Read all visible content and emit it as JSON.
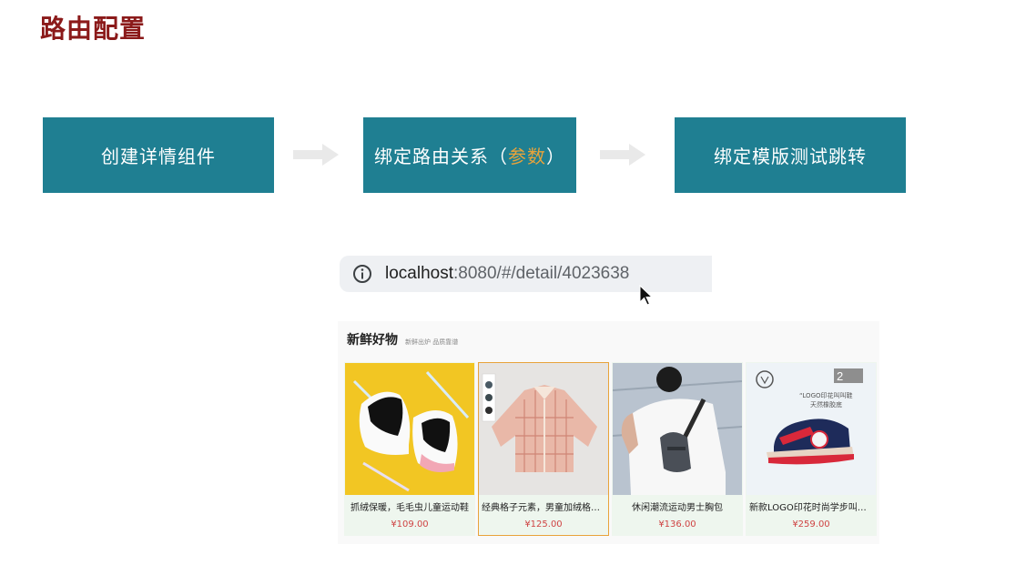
{
  "page": {
    "title": "路由配置"
  },
  "steps": [
    {
      "label": "创建详情组件"
    },
    {
      "label_pre": "绑定路由关系（",
      "label_highlight": "参数",
      "label_post": "）"
    },
    {
      "label": "绑定模版测试跳转"
    }
  ],
  "urlbar": {
    "host": "localhost",
    "path": ":8080/#/detail/4023638",
    "icon": "info-icon"
  },
  "colors": {
    "title": "#8b1a1a",
    "step_bg": "#1f7f92",
    "highlight": "#e8a33b",
    "price": "#cf4444"
  },
  "panel": {
    "title": "新鲜好物",
    "subtitle": "新鲜出炉 品质靠谱",
    "products": [
      {
        "name": "抓绒保暖，毛毛虫儿童运动鞋",
        "price": "¥109.00"
      },
      {
        "name": "经典格子元素，男童加绒格子衬衫",
        "price": "¥125.00"
      },
      {
        "name": "休闲潮流运动男士胸包",
        "price": "¥136.00"
      },
      {
        "name": "新款LOGO印花时尚学步叫叫鞋",
        "price": "¥259.00"
      }
    ],
    "product4_badge": "2",
    "product4_ad_text_1": "“LOGO印花叫叫鞋",
    "product4_ad_text_2": "天然橡胶底"
  }
}
